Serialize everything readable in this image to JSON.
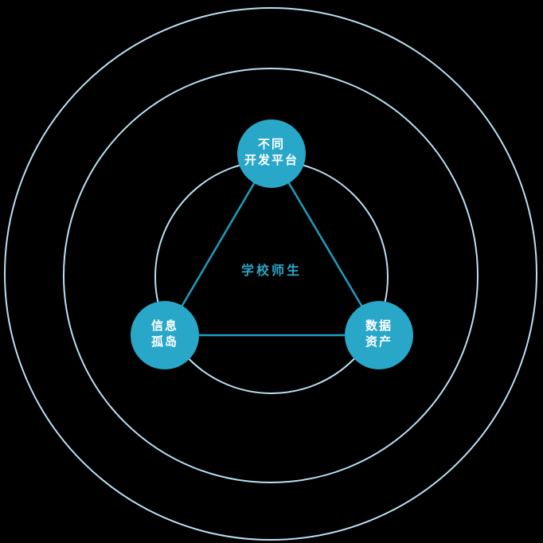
{
  "diagram": {
    "center_label": "学校师生",
    "nodes": {
      "top": {
        "line1": "不同",
        "line2": "开发平台"
      },
      "left": {
        "line1": "信息",
        "line2": "孤岛"
      },
      "right": {
        "line1": "数据",
        "line2": "资产"
      }
    },
    "colors": {
      "background": "#000000",
      "ring_stroke": "#b9e0f3",
      "triangle_stroke": "#1d9ebf",
      "node_fill": "#29a7c8",
      "node_text": "#ffffff",
      "center_text": "#29a7c8"
    }
  }
}
